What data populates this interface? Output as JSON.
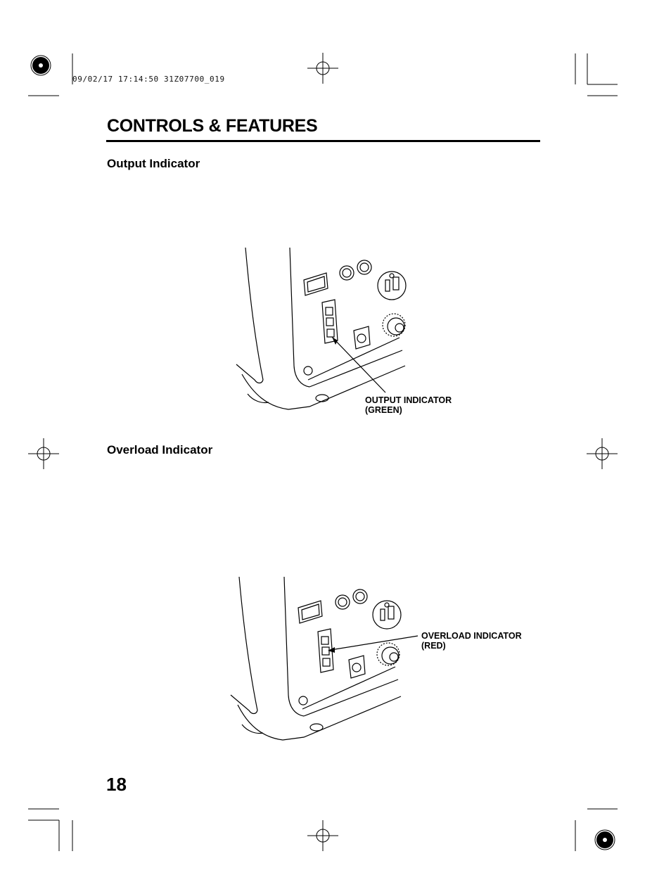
{
  "print_stamp": "09/02/17 17:14:50 31Z07700_019",
  "header": {
    "title": "CONTROLS & FEATURES"
  },
  "sections": [
    {
      "heading": "Output Indicator",
      "callout_line1": "OUTPUT INDICATOR",
      "callout_line2": "(GREEN)"
    },
    {
      "heading": "Overload Indicator",
      "callout_line1": "OVERLOAD INDICATOR",
      "callout_line2": "(RED)"
    }
  ],
  "page_number": "18"
}
